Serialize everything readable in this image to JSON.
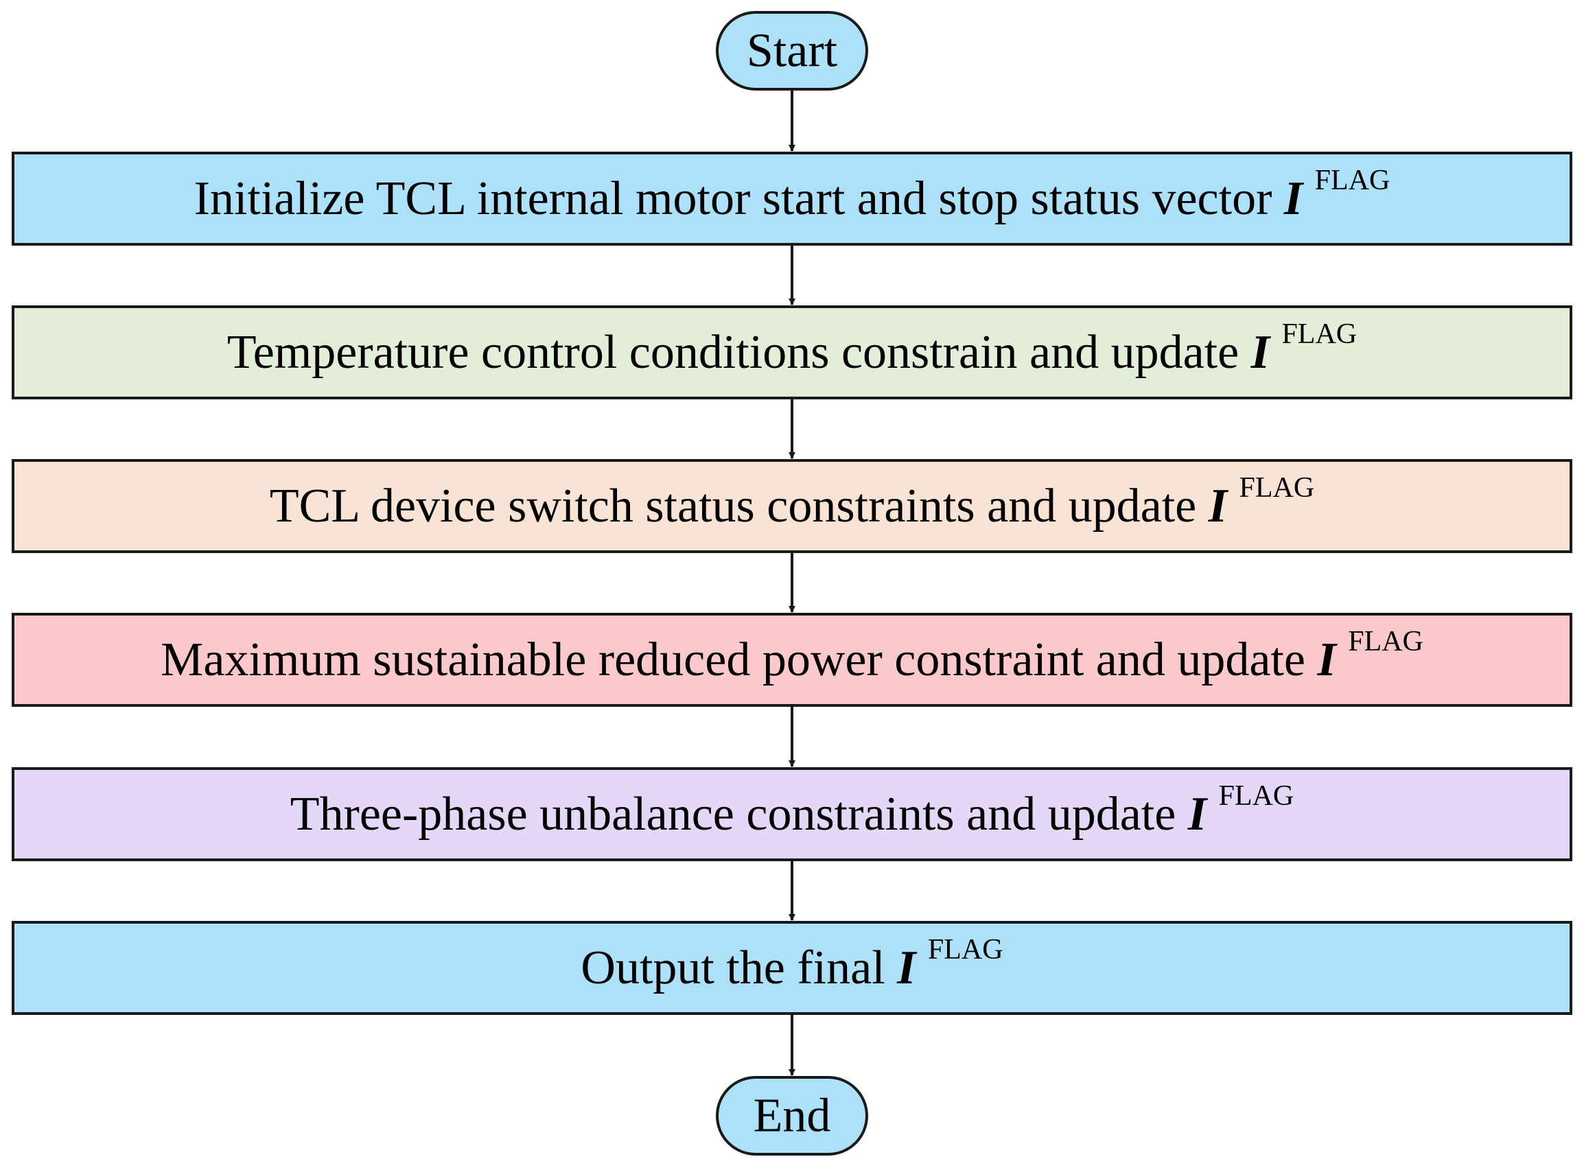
{
  "colors": {
    "terminal_fill": "#ade0f9",
    "init_fill": "#ade0f9",
    "temperature_fill": "#e3eed9",
    "device_fill": "#f9e3d5",
    "power_fill": "#fbc9cb",
    "unbalance_fill": "#e4d8f8",
    "output_fill": "#ade0f9",
    "stroke": "#1a1a1a"
  },
  "flow": {
    "start": {
      "label": "Start"
    },
    "steps": [
      {
        "text": "Initialize TCL internal motor start and stop status vector",
        "var": "I",
        "sup": "FLAG"
      },
      {
        "text": "Temperature control conditions constrain and update",
        "var": "I",
        "sup": "FLAG"
      },
      {
        "text": "TCL device switch status constraints and update",
        "var": "I",
        "sup": "FLAG"
      },
      {
        "text": "Maximum sustainable reduced power constraint and update",
        "var": "I",
        "sup": "FLAG"
      },
      {
        "text": "Three-phase unbalance constraints and update",
        "var": "I",
        "sup": "FLAG"
      },
      {
        "text": "Output the final",
        "var": "I",
        "sup": "FLAG"
      }
    ],
    "end": {
      "label": "End"
    }
  }
}
